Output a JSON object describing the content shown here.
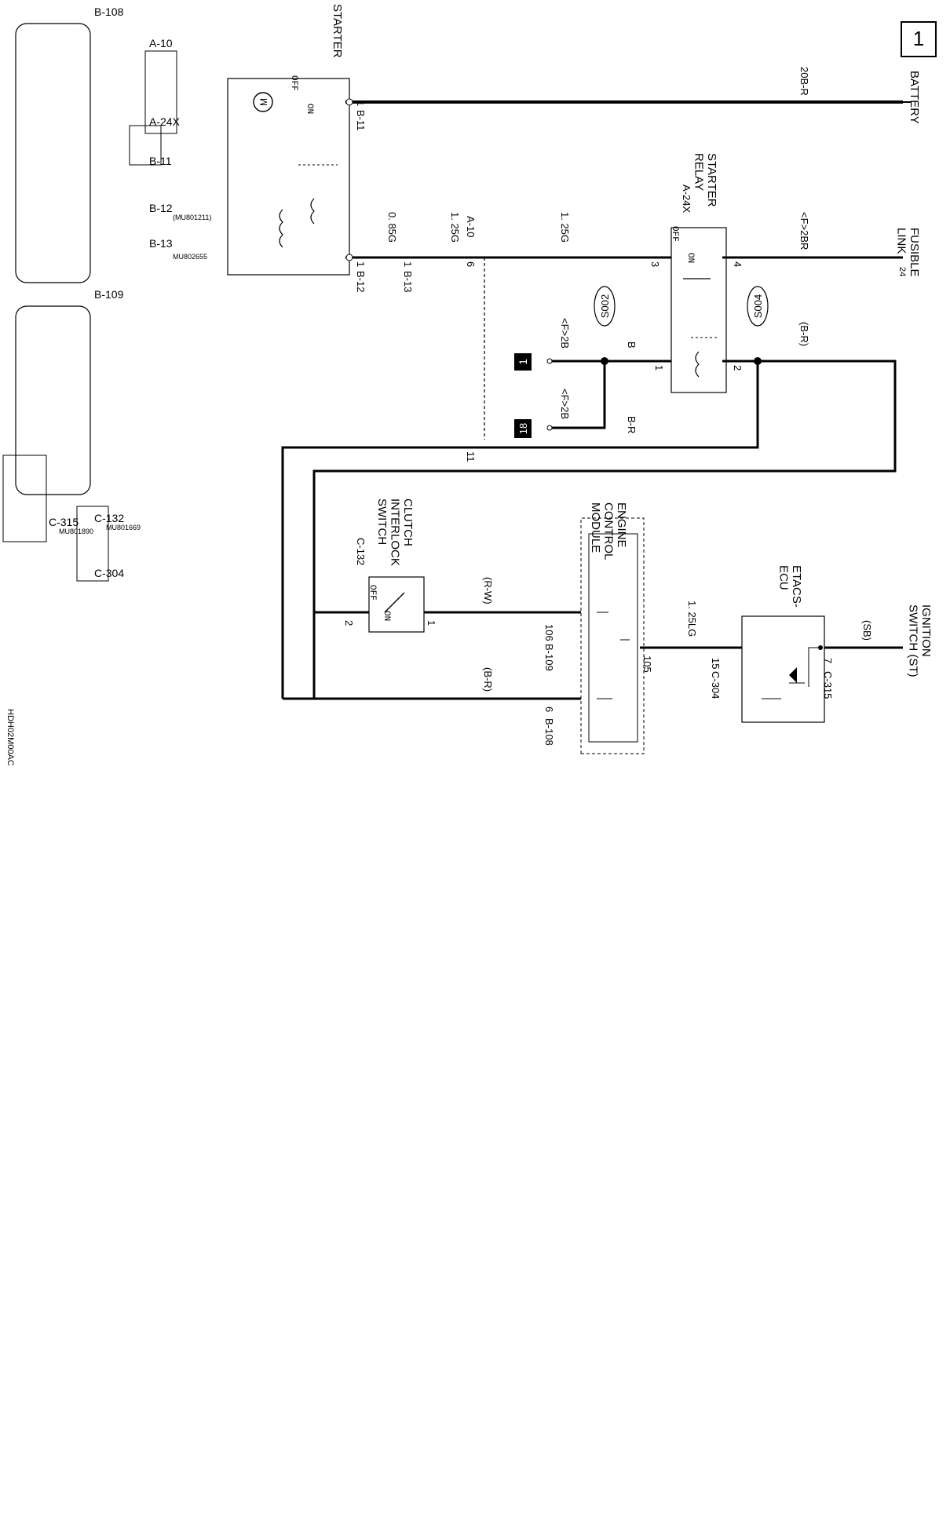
{
  "page_number": "1",
  "image_code": "HDH02M00AC",
  "components": {
    "battery": "BATTERY",
    "fusible_link": "FUSIBLE\nLINK",
    "fusible_link_num": "24",
    "starter": "STARTER",
    "starter_relay": "STARTER\nRELAY",
    "clutch_switch": "CLUTCH\nINTERLOCK\nSWITCH",
    "ecm": "ENGINE\nCONTROL\nMODULE",
    "etacs": "ETACS-\nECU",
    "ignition": "IGNITION\nSWITCH (ST)"
  },
  "wires": {
    "w_20br": "20B-R",
    "w_f2br": "<F>2BR",
    "w_br_paren": "(B-R)",
    "w_125g_top": "1. 25G",
    "w_125g": "1. 25G",
    "w_085g": "0. 85G",
    "w_f2b_1": "<F>2B",
    "w_f2b_2": "<F>2B",
    "w_b": "B",
    "w_br": "B-R",
    "w_rw": "(R-W)",
    "w_br2": "(B-R)",
    "w_125lg": "1. 25LG",
    "w_sb": "(SB)"
  },
  "connectors": {
    "c_b11": "B-11",
    "c_b12": "B-12",
    "c_b13": "B-13",
    "c_a10": "A-10",
    "c_a24x": "A-24X",
    "c_c132": "C-132",
    "c_b109": "B-109",
    "c_b108": "B-108",
    "c_c304": "C-304",
    "c_c315": "C-315",
    "s002": "S002",
    "s004": "S004"
  },
  "pins": {
    "p1_b11": "1",
    "p1_b12": "1",
    "p1_b13": "1",
    "p6_a10": "6",
    "p11": "11",
    "p3": "3",
    "p4": "4",
    "p1_relay": "1",
    "p2_relay": "2",
    "p1_cl": "1",
    "p2_cl": "2",
    "p106": "106",
    "p6_ecm": "6",
    "p105": "105",
    "p15": "15",
    "p7": "7"
  },
  "switch_labels": {
    "off": "OFF",
    "on": "ON"
  },
  "ground_labels": {
    "g1": "1",
    "g18": "18"
  },
  "legend": {
    "a10": "A-10",
    "a24x": "A-24X",
    "b11": "B-11",
    "b12": "B-12",
    "b13": "B-13",
    "b108": "B-108",
    "b109": "B-109",
    "c132": "C-132",
    "c304": "C-304",
    "c315": "C-315",
    "mu_b12": "(MU801211)",
    "mu_b13": "MU802655",
    "mu_c132": "MU801669",
    "mu_c315": "MU801890"
  }
}
